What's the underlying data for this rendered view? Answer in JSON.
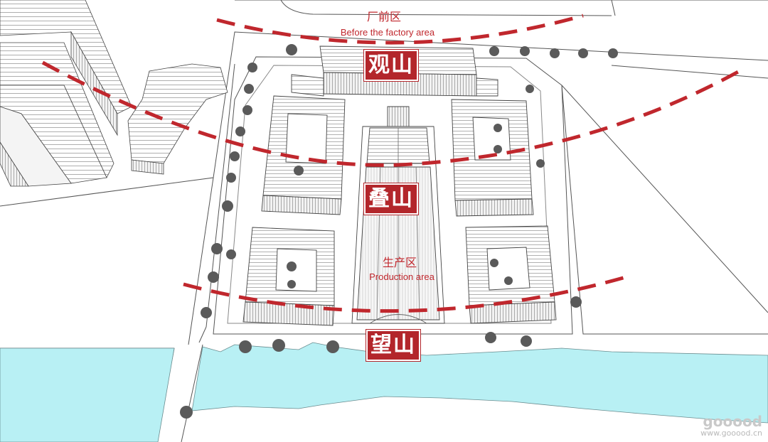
{
  "zones": {
    "front": {
      "cn": "厂前区",
      "en": "Before the factory area"
    },
    "production": {
      "cn": "生产区",
      "en": "Production area"
    }
  },
  "badges": {
    "guanshan": "观山",
    "dieshan": "叠山",
    "wangshan": "望山"
  },
  "watermark": {
    "mark": "gooood",
    "site": "www.gooood.cn"
  },
  "colors": {
    "accent": "#c0272d",
    "badge": "#b3262b",
    "water": "#b8f0f4",
    "line": "#555555"
  }
}
